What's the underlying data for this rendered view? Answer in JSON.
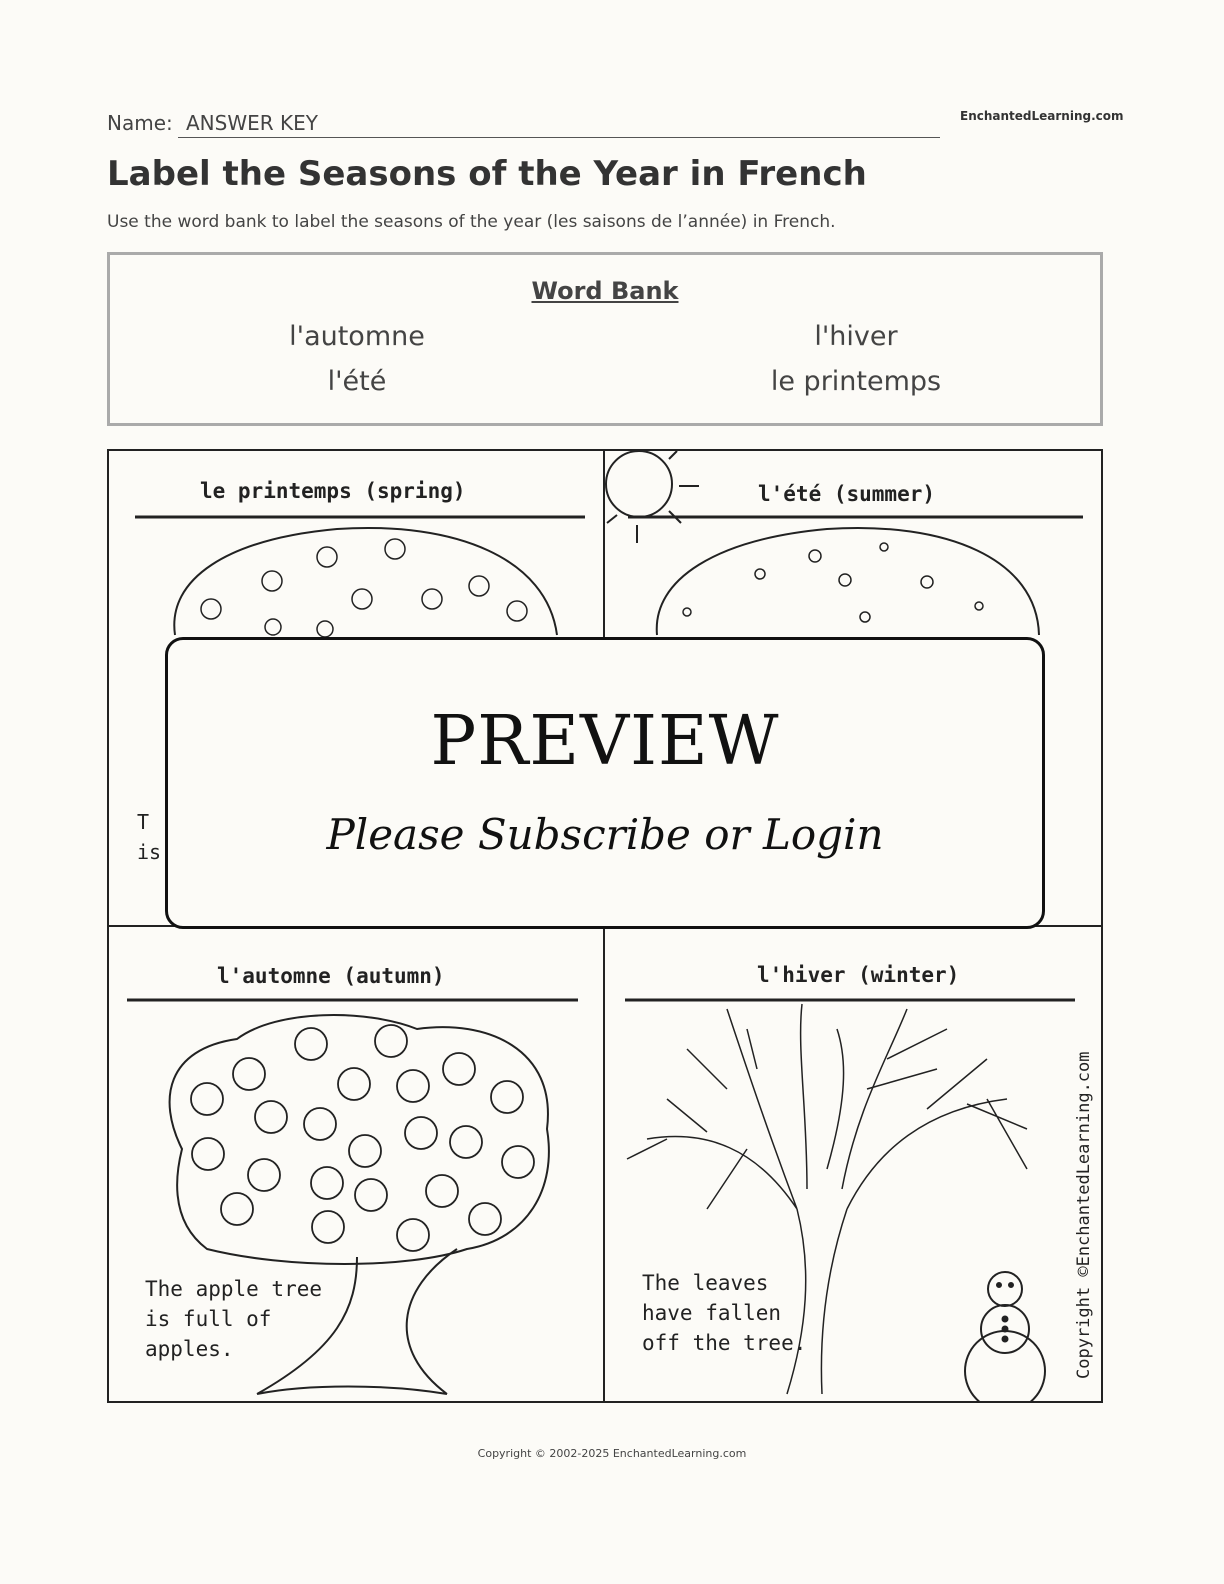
{
  "header": {
    "name_label": "Name:",
    "name_value": "ANSWER KEY",
    "brand": "EnchantedLearning.com"
  },
  "title": "Label the Seasons of the Year in French",
  "subtitle": "Use the word bank to label the seasons of the year (les saisons de l’année) in French.",
  "word_bank": {
    "title": "Word Bank",
    "words": [
      "l'automne",
      "l'hiver",
      "l'été",
      "le printemps"
    ]
  },
  "picture": {
    "panels": [
      {
        "label": "le printemps (spring)",
        "caption": [
          "T",
          "is"
        ]
      },
      {
        "label": "l'été (summer)"
      },
      {
        "label": "l'automne (autumn)",
        "caption": [
          "The apple tree",
          "is full of",
          "apples."
        ]
      },
      {
        "label": "l'hiver (winter)",
        "caption": [
          "The leaves",
          "have fallen",
          "off the tree."
        ]
      }
    ],
    "copyright": "Copyright ©EnchantedLearning.com"
  },
  "preview": {
    "title": "PREVIEW",
    "subtitle": "Please Subscribe or Login"
  },
  "footer": "Copyright © 2002-2025 EnchantedLearning.com"
}
